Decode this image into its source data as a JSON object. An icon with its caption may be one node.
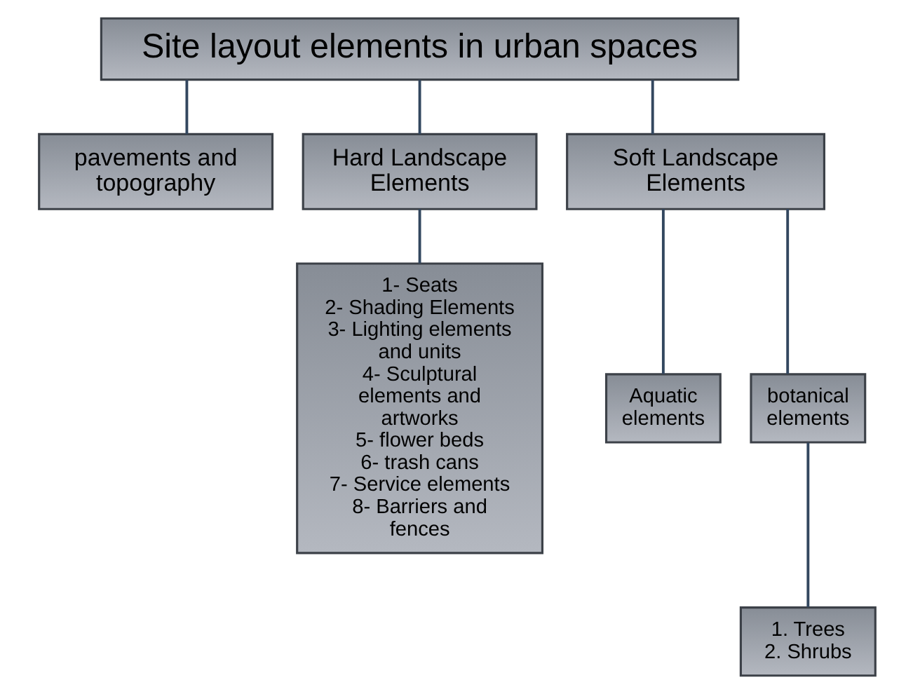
{
  "diagram": {
    "nodes": [
      {
        "text": [
          "Site layout elements in urban spaces"
        ]
      },
      {
        "text": [
          "pavements and topography"
        ]
      },
      {
        "text": [
          "Hard Landscape Elements"
        ]
      },
      {
        "text": [
          "Soft Landscape Elements"
        ]
      },
      {
        "text": [
          "1- Seats",
          "2- Shading Elements",
          "3- Lighting elements and units",
          "4- Sculptural elements and artworks",
          "5- flower beds",
          "6- trash cans",
          "7- Service elements",
          "8- Barriers and fences"
        ]
      },
      {
        "text": [
          "Aquatic elements"
        ]
      },
      {
        "text": [
          "botanical elements"
        ]
      },
      {
        "text": [
          "1. Trees",
          "2. Shrubs"
        ]
      }
    ],
    "edges": [
      {
        "from": 0,
        "to": 1,
        "arrow": "none"
      },
      {
        "from": 0,
        "to": 2,
        "arrow": "none"
      },
      {
        "from": 0,
        "to": 3,
        "arrow": "none"
      },
      {
        "from": 2,
        "to": 4,
        "arrow": "none"
      },
      {
        "from": 3,
        "to": 5,
        "arrow": "none"
      },
      {
        "from": 3,
        "to": 6,
        "arrow": "none"
      },
      {
        "from": 6,
        "to": 7,
        "arrow": "none"
      }
    ]
  }
}
